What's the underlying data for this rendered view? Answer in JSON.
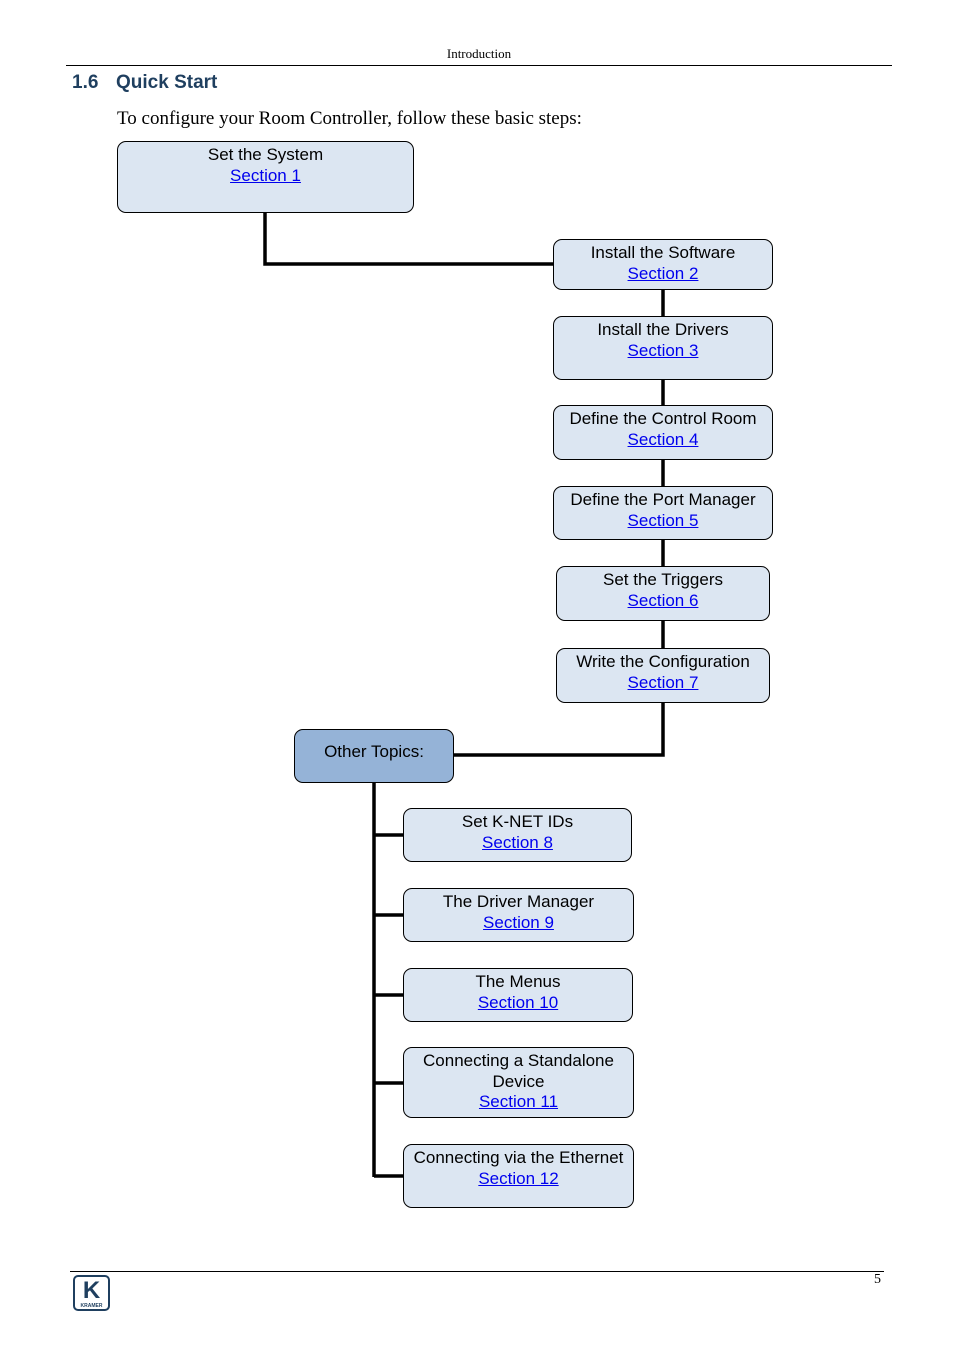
{
  "header": {
    "running_title": "Introduction"
  },
  "section": {
    "number": "1.6",
    "title": "Quick Start",
    "intro": "To configure your Room Controller, follow these basic steps:"
  },
  "steps": [
    {
      "title": "Set the System",
      "link": "Section 1"
    },
    {
      "title": "Install the Software",
      "link": "Section 2"
    },
    {
      "title": "Install the Drivers",
      "link": "Section 3"
    },
    {
      "title": "Define the Control Room",
      "link": "Section 4"
    },
    {
      "title": "Define the Port Manager",
      "link": "Section 5"
    },
    {
      "title": "Set the Triggers",
      "link": "Section 6"
    },
    {
      "title": "Write the Configuration",
      "link": "Section 7"
    }
  ],
  "other_topics": {
    "label": "Other Topics:",
    "items": [
      {
        "title": "Set K-NET IDs",
        "link": "Section 8"
      },
      {
        "title": "The Driver Manager",
        "link": "Section 9"
      },
      {
        "title": "The Menus",
        "link": "Section 10"
      },
      {
        "title": "Connecting a Standalone Device",
        "link": "Section 11"
      },
      {
        "title": "Connecting via the Ethernet",
        "link": "Section 12"
      }
    ]
  },
  "footer": {
    "page_number": "5",
    "logo_icon": "kramer-logo-icon",
    "logo_text": "KRAMER"
  }
}
